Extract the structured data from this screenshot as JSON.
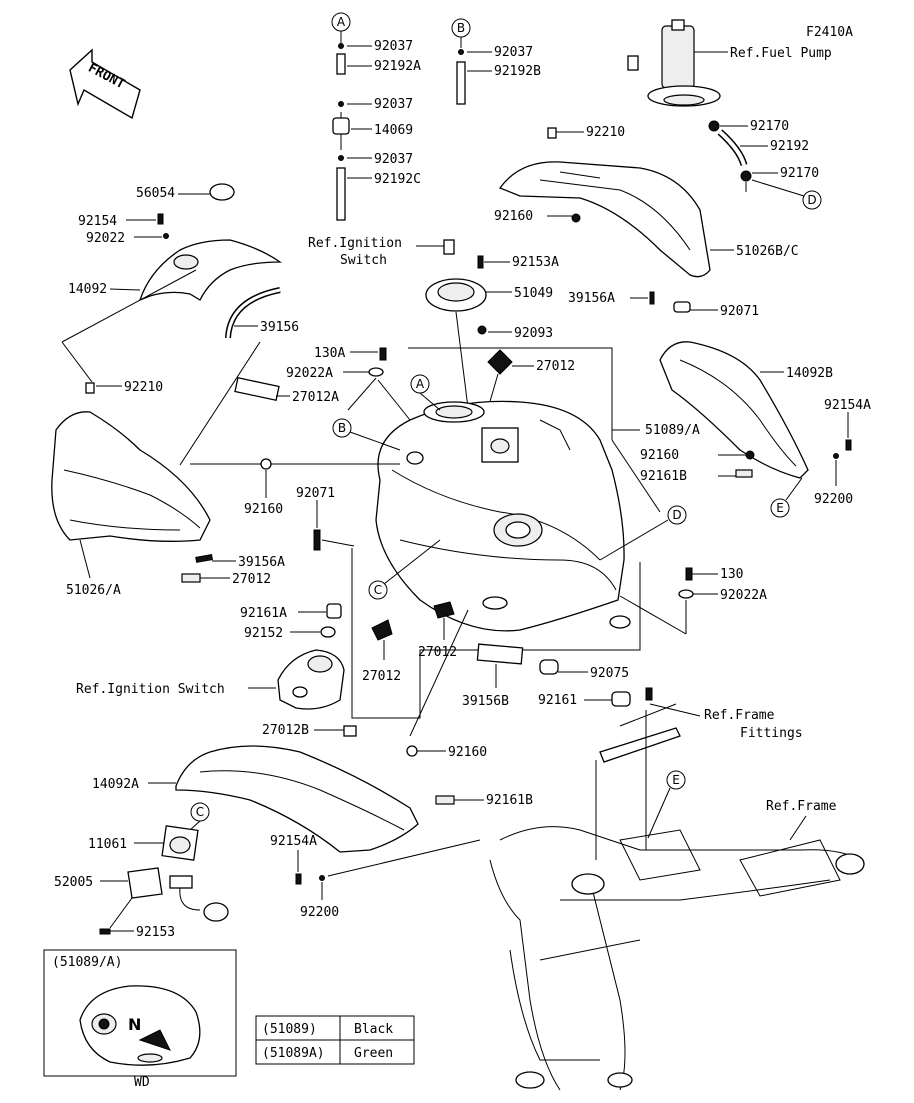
{
  "figure_code": "F2410A",
  "front_label": "FRONT",
  "refs": {
    "fuel_pump": "Ref.Fuel Pump",
    "ignition_switch_top_1": "Ref.Ignition",
    "ignition_switch_top_2": "Switch",
    "ignition_switch_left": "Ref.Ignition Switch",
    "frame_fittings_1": "Ref.Frame",
    "frame_fittings_2": "Fittings",
    "frame": "Ref.Frame"
  },
  "callouts": [
    "A",
    "B",
    "C",
    "D",
    "E"
  ],
  "part_labels": {
    "a_92037_1": "92037",
    "a_92192A": "92192A",
    "a_92037_2": "92037",
    "a_14069": "14069",
    "a_92037_3": "92037",
    "a_92192C": "92192C",
    "b_92037": "92037",
    "b_92192B": "92192B",
    "p56054": "56054",
    "p92154": "92154",
    "p92022": "92022",
    "p14092": "14092",
    "p39156": "39156",
    "p92210_left": "92210",
    "p27012A": "27012A",
    "p92160_mid": "92160",
    "p92071_mid": "92071",
    "p39156A_left": "39156A",
    "p27012_left": "27012",
    "p51026A": "51026/A",
    "p92161A": "92161A",
    "p92152": "92152",
    "p27012_c1": "27012",
    "p27012_c2": "27012",
    "p39156B": "39156B",
    "p92210_top": "92210",
    "p92160_top": "92160",
    "p51026BC": "51026B/C",
    "p39156A_right": "39156A",
    "p92071_right": "92071",
    "p92153A": "92153A",
    "p51049": "51049",
    "p92093": "92093",
    "p130A": "130A",
    "p92022A_top": "92022A",
    "p27012_top": "27012",
    "p51089A": "51089/A",
    "p92170_1": "92170",
    "p92192": "92192",
    "p92170_2": "92170",
    "p14092B": "14092B",
    "p92154A_right": "92154A",
    "p92160_right": "92160",
    "p92161B_right": "92161B",
    "p92200_right": "92200",
    "p130": "130",
    "p92022A_right": "92022A",
    "p92075": "92075",
    "p92161": "92161",
    "p27012B": "27012B",
    "p14092A": "14092A",
    "p92160_low": "92160",
    "p92161B_low": "92161B",
    "p11061": "11061",
    "p52005": "52005",
    "p92153": "92153",
    "p92154A_low": "92154A",
    "p92200_low": "92200"
  },
  "inset": {
    "title": "(51089/A)",
    "caption": "WD"
  },
  "color_table": [
    {
      "part": "(51089)",
      "color": "Black"
    },
    {
      "part": "(51089A)",
      "color": "Green"
    }
  ]
}
